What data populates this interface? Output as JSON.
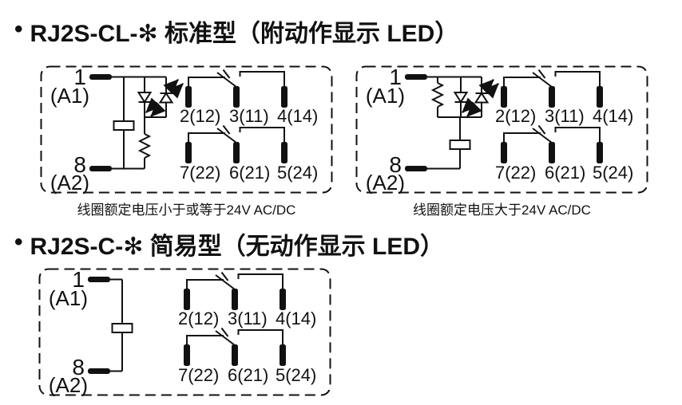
{
  "page": {
    "background": "#ffffff",
    "ink": "#111111"
  },
  "standard_section": {
    "bullet": "•",
    "title": "RJ2S-CL-✻ 标准型（附动作显示 LED）",
    "left_caption": "线圈额定电压小于或等于24V AC/DC",
    "right_caption": "线圈额定电压大于24V AC/DC"
  },
  "simple_section": {
    "bullet": "•",
    "title": "RJ2S-C-✻ 简易型（无动作显示 LED）"
  },
  "terminal_labels": {
    "pin1": "1",
    "a1": "(A1)",
    "pin8": "8",
    "a2": "(A2)"
  },
  "contact_labels": {
    "row1": [
      "2(12)",
      "3(11)",
      "4(14)"
    ],
    "row2": [
      "7(22)",
      "6(21)",
      "5(24)"
    ]
  }
}
